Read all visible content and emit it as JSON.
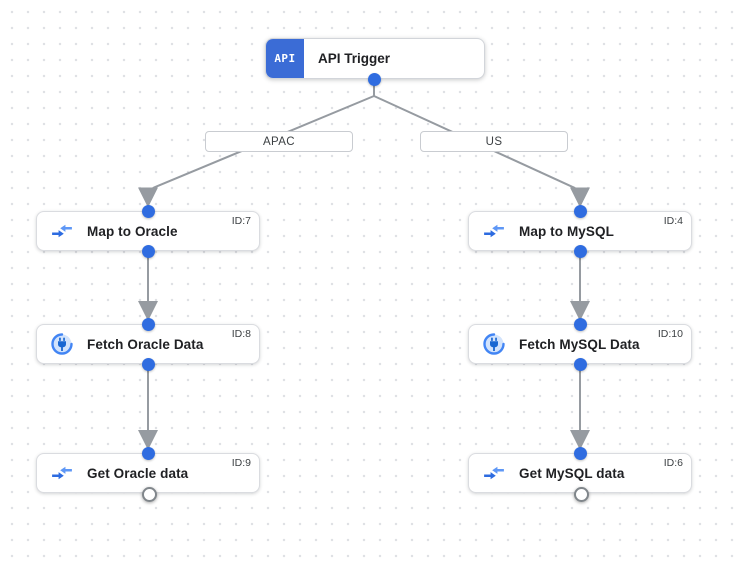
{
  "flow": {
    "trigger": {
      "title": "API Trigger",
      "badge": "API"
    },
    "branches": [
      {
        "label": "APAC"
      },
      {
        "label": "US"
      }
    ],
    "nodes": [
      {
        "title": "Map to Oracle",
        "id": "ID:7",
        "icon": "data-mapping-icon"
      },
      {
        "title": "Fetch Oracle Data",
        "id": "ID:8",
        "icon": "connector-icon"
      },
      {
        "title": "Get Oracle data",
        "id": "ID:9",
        "icon": "data-mapping-icon"
      },
      {
        "title": "Map to MySQL",
        "id": "ID:4",
        "icon": "data-mapping-icon"
      },
      {
        "title": "Fetch MySQL Data",
        "id": "ID:10",
        "icon": "connector-icon"
      },
      {
        "title": "Get MySQL data",
        "id": "ID:6",
        "icon": "data-mapping-icon"
      }
    ],
    "colors": {
      "trigger_badge_blue": "#3b6cd6",
      "port_blue": "#2f6ce0",
      "edge_gray": "#969ba1",
      "node_border": "#dadce0",
      "icon_blue_dark": "#2d6be0",
      "icon_blue_light": "#5e97f6",
      "grid_dot": "#dfe1e5"
    }
  }
}
